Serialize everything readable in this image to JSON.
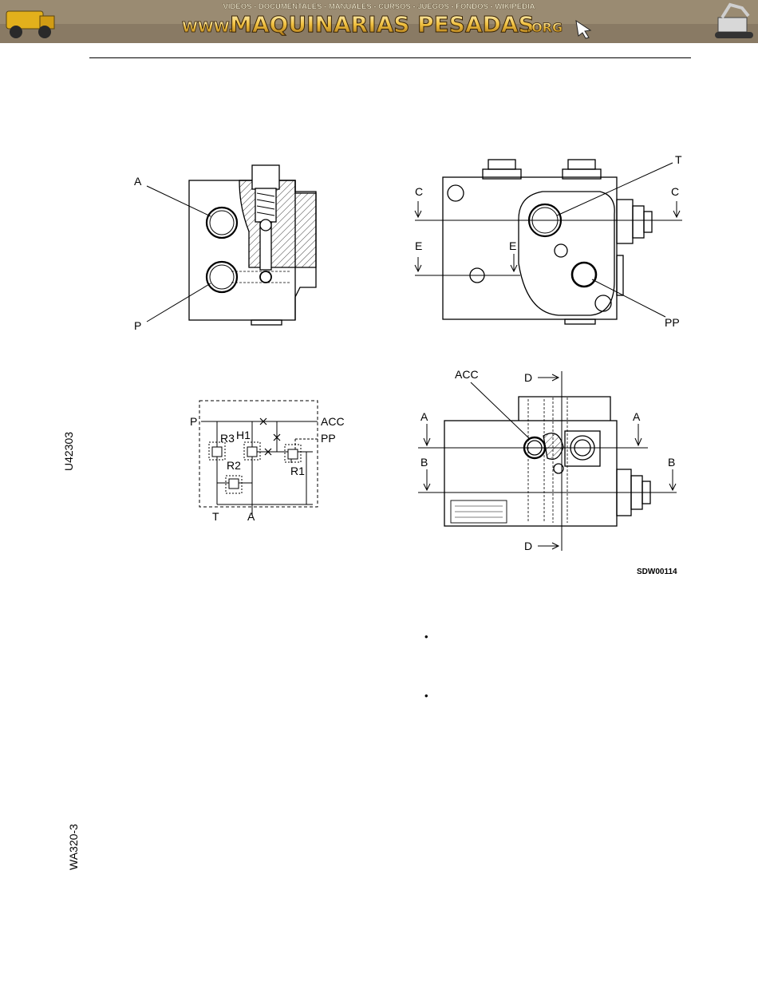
{
  "banner": {
    "menu_text": "VIDEOS - DOCUMENTALES - MANUALES - CURSOS - JUEGOS - FONDOS - WIKIPEDIA",
    "site_www": "WWW.",
    "site_main": "MAQUINARIAS PESADAS",
    "site_tld": ".ORG"
  },
  "side_labels": {
    "top": "U42303",
    "bottom": "WA320-3"
  },
  "figure": {
    "code": "SDW00114",
    "labels": {
      "A": "A",
      "P": "P",
      "T": "T",
      "C": "C",
      "E": "E",
      "PP": "PP",
      "ACC": "ACC",
      "D": "D",
      "B": "B",
      "H1": "H1",
      "R1": "R1",
      "R2": "R2",
      "R3": "R3"
    }
  },
  "bullets": [
    "•",
    "•"
  ]
}
